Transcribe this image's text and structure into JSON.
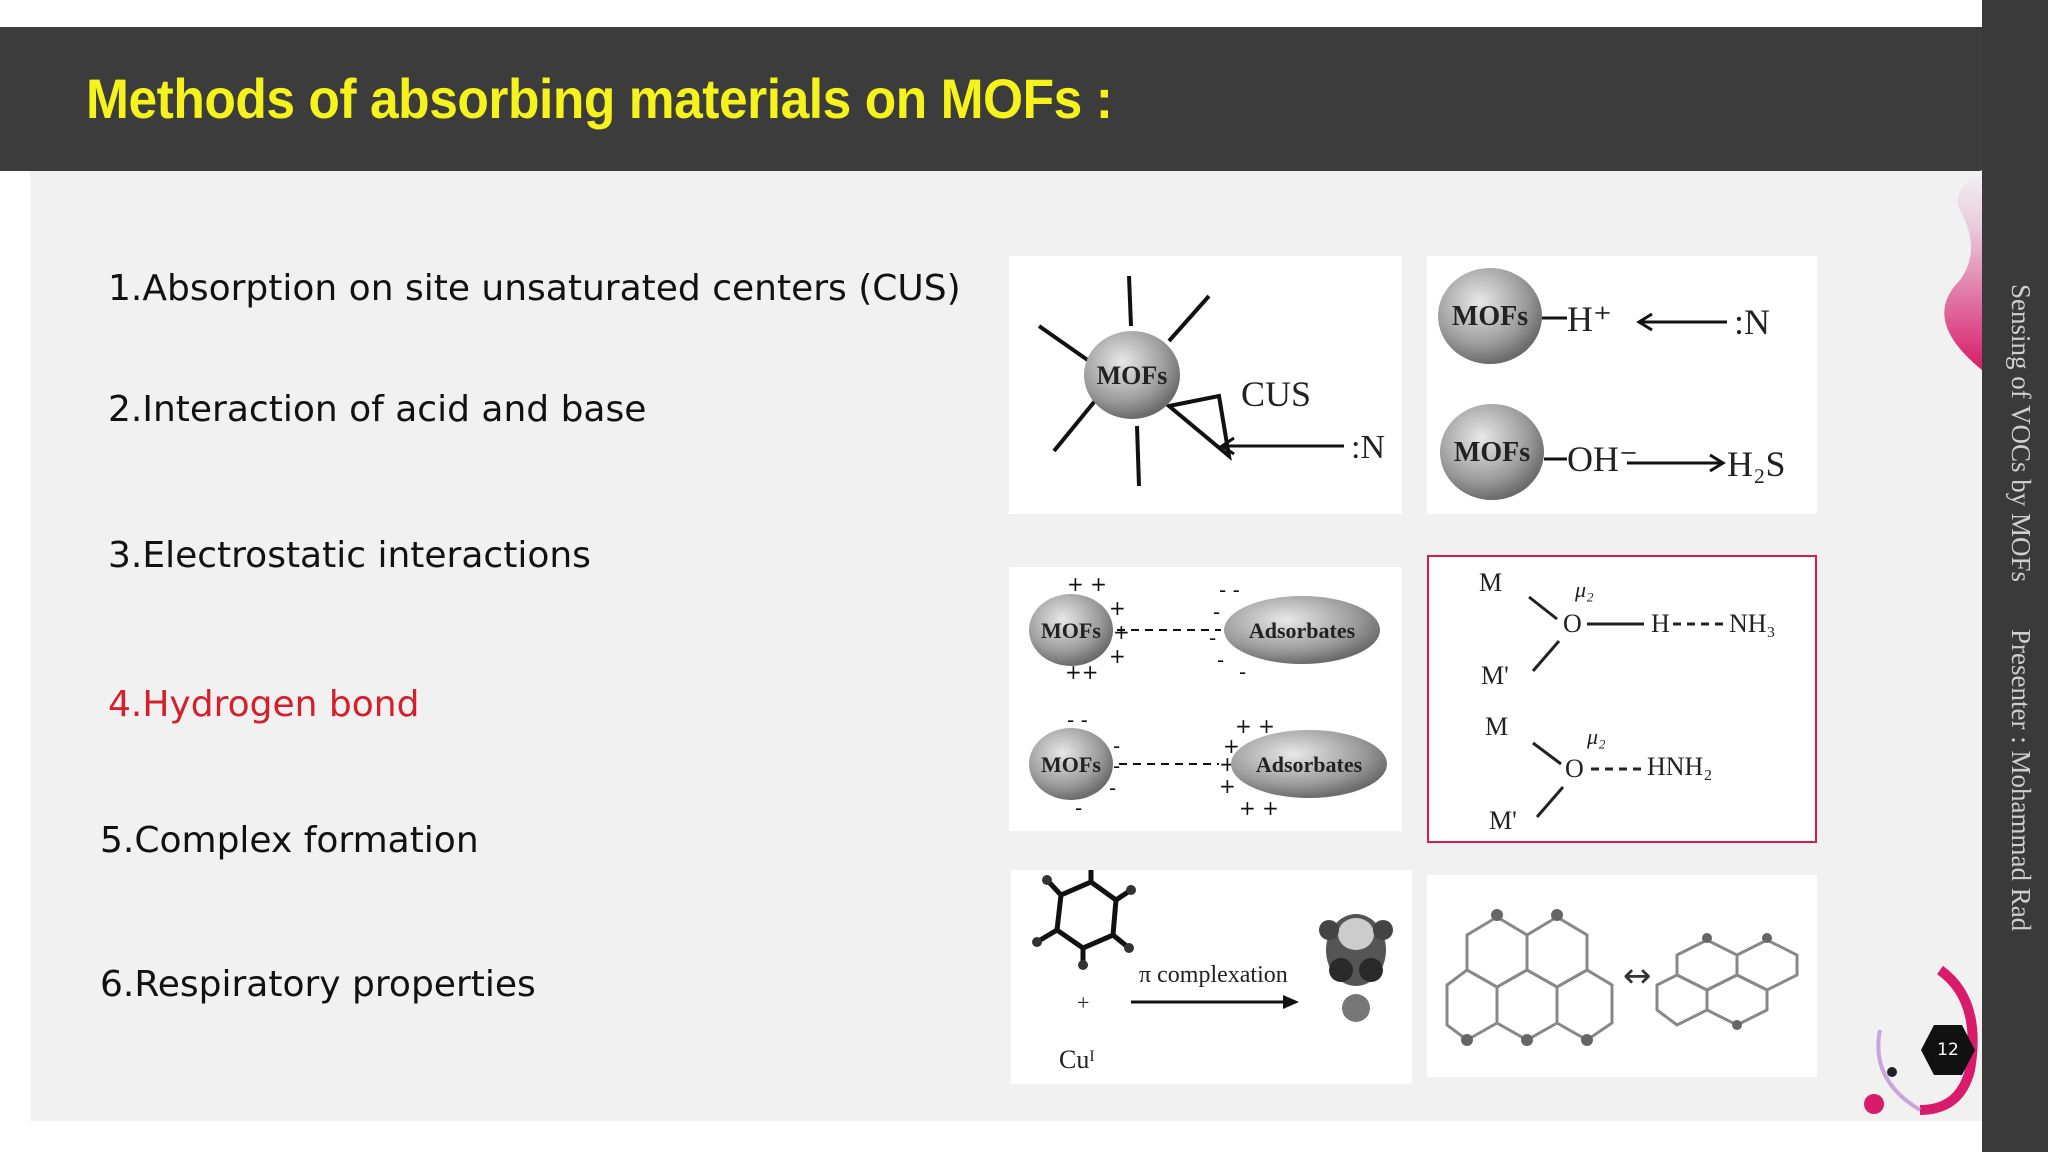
{
  "slide": {
    "title": "Methods of absorbing materials on MOFs :",
    "page_number": "12"
  },
  "methods": [
    {
      "label": "1.Absorption on site unsaturated centers (CUS)",
      "highlighted": false
    },
    {
      "label": "2.Interaction of acid and base",
      "highlighted": false
    },
    {
      "label": "3.Electrostatic interactions",
      "highlighted": false
    },
    {
      "label": "4.Hydrogen bond",
      "highlighted": true
    },
    {
      "label": "5.Complex formation",
      "highlighted": false
    },
    {
      "label": "6.Respiratory properties",
      "highlighted": false
    }
  ],
  "figures": {
    "cus": {
      "mofs": "MOFs",
      "cus": "CUS",
      "n": ":N"
    },
    "acid_base": {
      "mofs_1": "MOFs",
      "h": "H⁺",
      "n": ":N",
      "mofs_2": "MOFs",
      "oh": "OH⁻",
      "h2s": "H₂S"
    },
    "electrostatic": {
      "mofs_1": "MOFs",
      "adsorbates_1": "Adsorbates",
      "mofs_2": "MOFs",
      "adsorbates_2": "Adsorbates"
    },
    "hydrogen_bond": {
      "m": "M",
      "m_prime": "M'",
      "mu2": "μ₂",
      "o": "O",
      "h": "H",
      "nh3": "NH₃",
      "hnh2": "HNH₂"
    },
    "complex": {
      "label": "π complexation",
      "cu": "Cuᴵ",
      "plus": "+"
    },
    "respiratory": {
      "arrow": "↔"
    }
  },
  "sidebar": {
    "topic": "Sensing of VOCs by MOFs",
    "presenter": "Presenter : Mohammad Rad"
  },
  "colors": {
    "title": "#f6f31c",
    "header": "#3c3c3c",
    "highlight": "#d4202a",
    "accent": "#d81b4f"
  }
}
